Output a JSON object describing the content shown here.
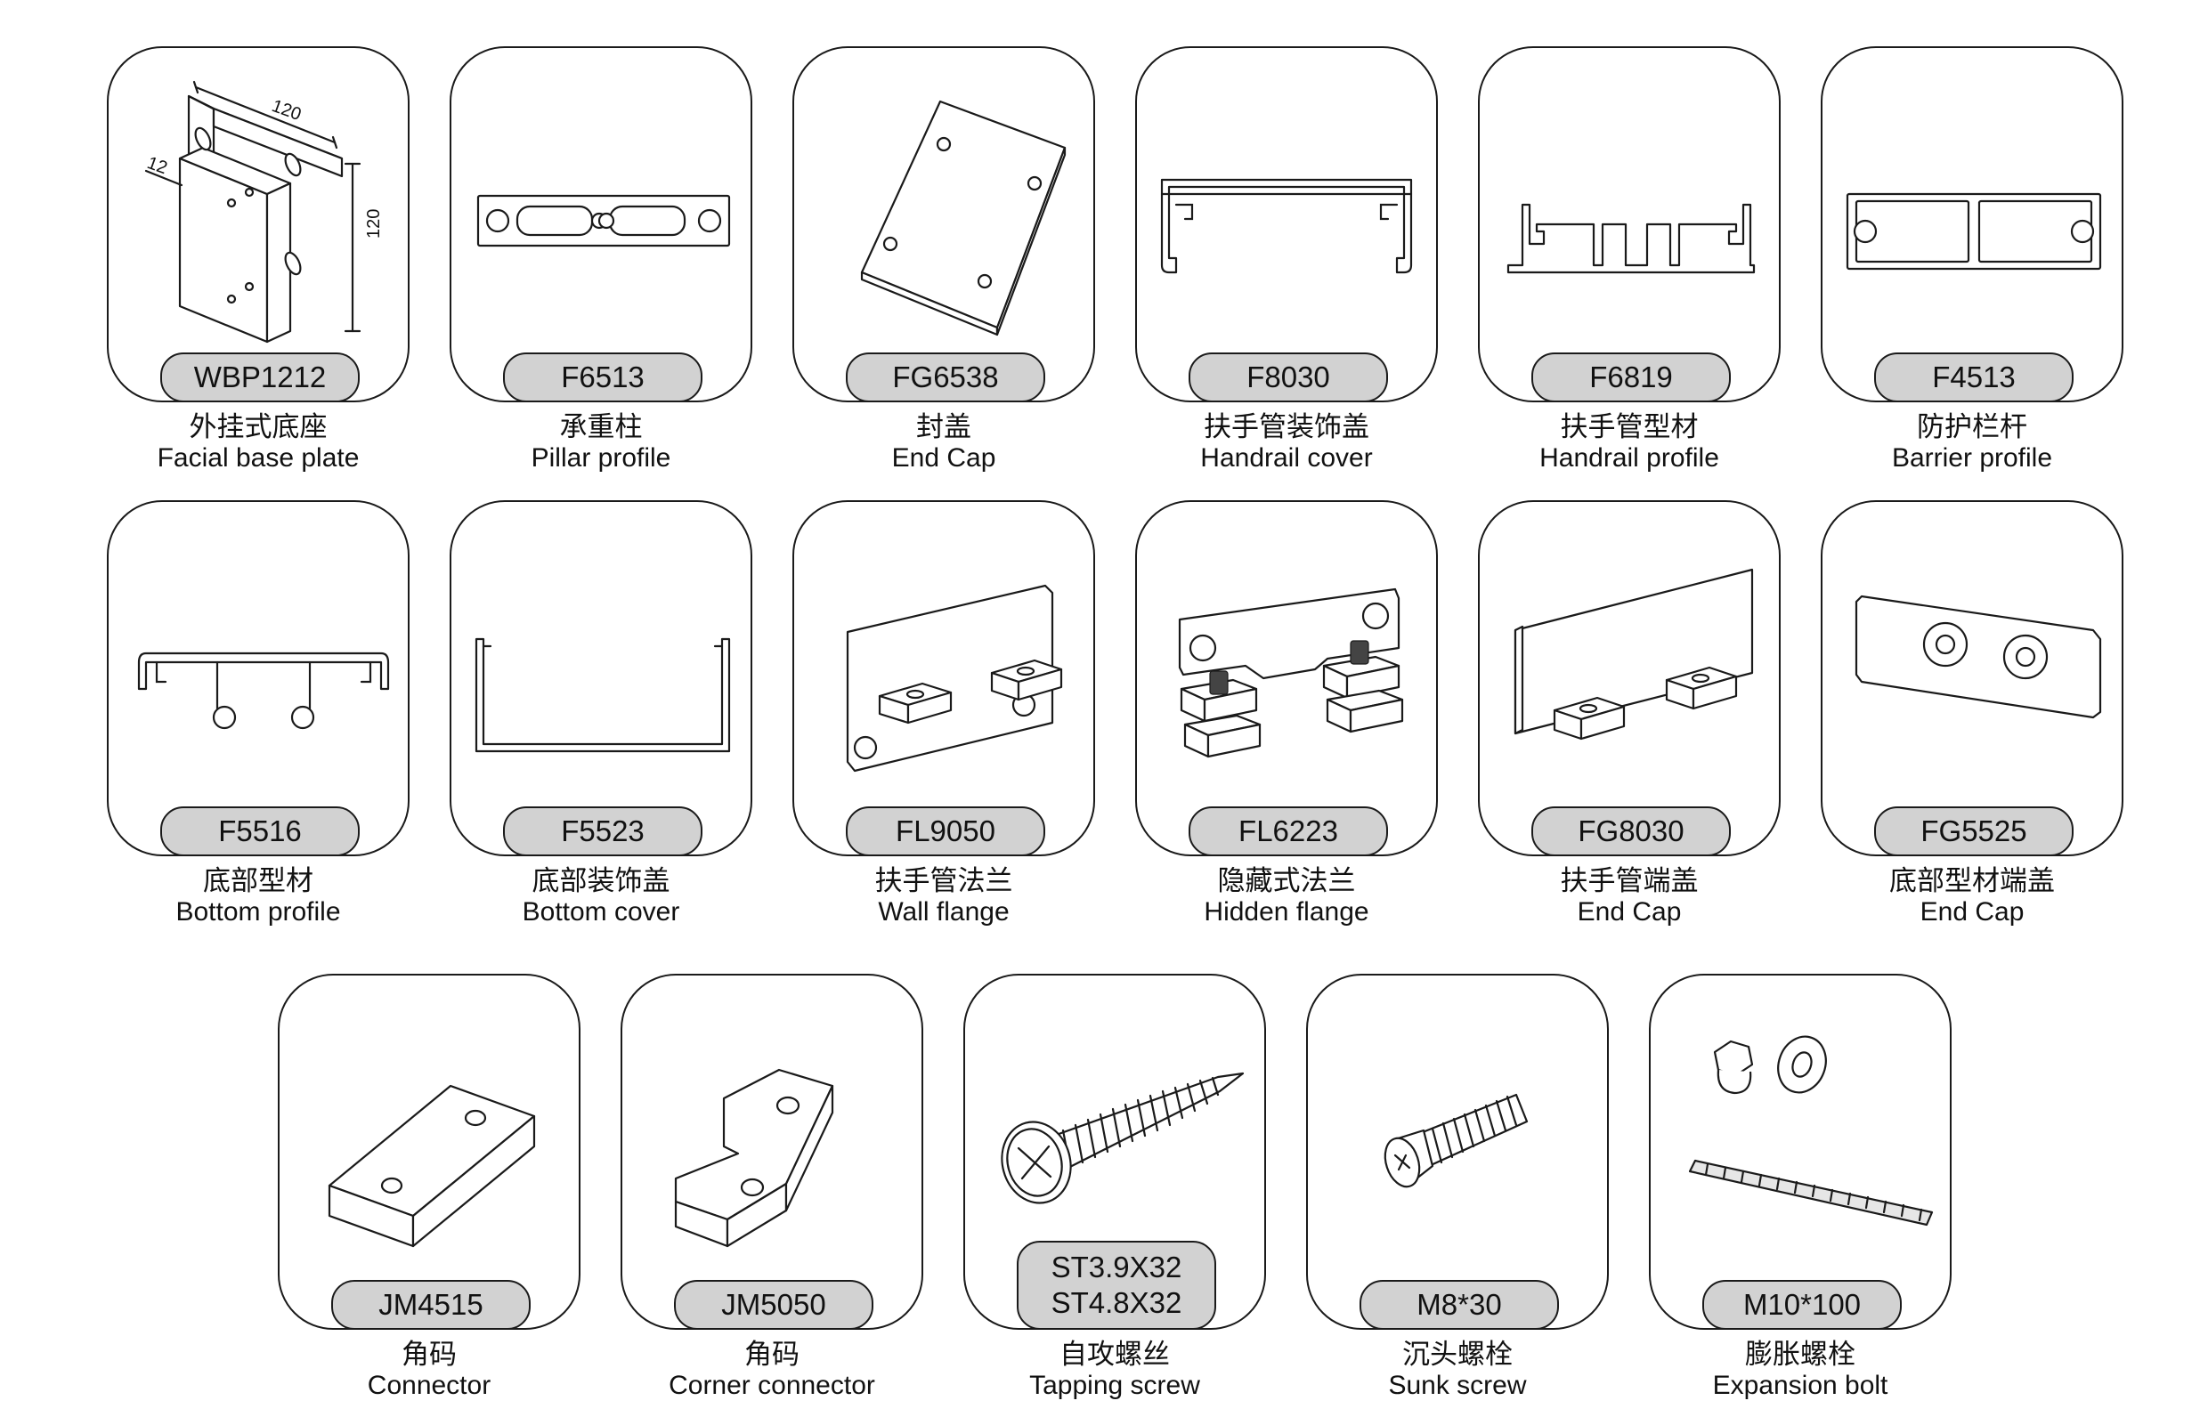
{
  "parts": [
    {
      "code": "WBP1212",
      "name_cn": "外挂式底座",
      "name_en": "Facial base plate",
      "icon": "facial-base-plate-icon",
      "dims": [
        "120",
        "120",
        "12"
      ]
    },
    {
      "code": "F6513",
      "name_cn": "承重柱",
      "name_en": "Pillar profile",
      "icon": "pillar-profile-icon"
    },
    {
      "code": "FG6538",
      "name_cn": "封盖",
      "name_en": "End Cap",
      "icon": "end-cap-plate-icon"
    },
    {
      "code": "F8030",
      "name_cn": "扶手管装饰盖",
      "name_en": "Handrail cover",
      "icon": "handrail-cover-icon"
    },
    {
      "code": "F6819",
      "name_cn": "扶手管型材",
      "name_en": "Handrail profile",
      "icon": "handrail-profile-icon"
    },
    {
      "code": "F4513",
      "name_cn": "防护栏杆",
      "name_en": "Barrier profile",
      "icon": "barrier-profile-icon"
    },
    {
      "code": "F5516",
      "name_cn": "底部型材",
      "name_en": "Bottom profile",
      "icon": "bottom-profile-icon"
    },
    {
      "code": "F5523",
      "name_cn": "底部装饰盖",
      "name_en": "Bottom cover",
      "icon": "bottom-cover-icon"
    },
    {
      "code": "FL9050",
      "name_cn": "扶手管法兰",
      "name_en": "Wall flange",
      "icon": "wall-flange-icon"
    },
    {
      "code": "FL6223",
      "name_cn": "隐藏式法兰",
      "name_en": "Hidden flange",
      "icon": "hidden-flange-icon"
    },
    {
      "code": "FG8030",
      "name_cn": "扶手管端盖",
      "name_en": "End Cap",
      "icon": "handrail-end-cap-icon"
    },
    {
      "code": "FG5525",
      "name_cn": "底部型材端盖",
      "name_en": "End Cap",
      "icon": "bottom-end-cap-icon"
    },
    {
      "code": "JM4515",
      "name_cn": "角码",
      "name_en": "Connector",
      "icon": "connector-icon"
    },
    {
      "code": "JM5050",
      "name_cn": "角码",
      "name_en": "Corner connector",
      "icon": "corner-connector-icon"
    },
    {
      "code": [
        "ST3.9X32",
        "ST4.8X32"
      ],
      "name_cn": "自攻螺丝",
      "name_en": "Tapping screw",
      "icon": "tapping-screw-icon"
    },
    {
      "code": "M8*30",
      "name_cn": "沉头螺栓",
      "name_en": "Sunk screw",
      "icon": "sunk-screw-icon"
    },
    {
      "code": "M10*100",
      "name_cn": "膨胀螺栓",
      "name_en": "Expansion bolt",
      "icon": "expansion-bolt-icon"
    }
  ]
}
